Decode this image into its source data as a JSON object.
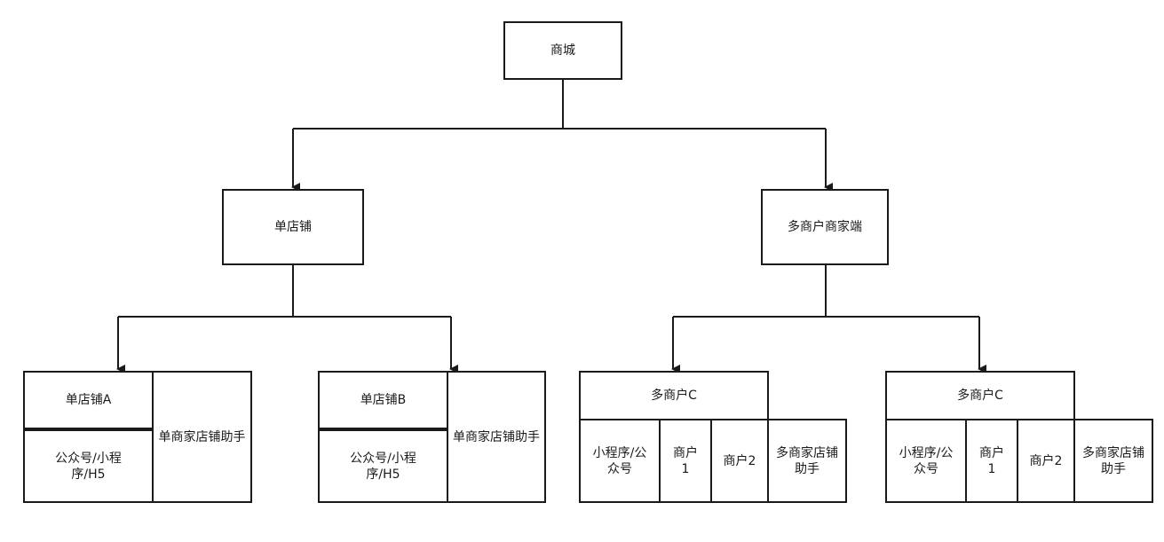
{
  "nodes": {
    "root": "商城",
    "single_store": "单店铺",
    "multi_merchant": "多商户商家端",
    "store_a": "单店铺A",
    "store_a_channels": "公众号/小程序/H5",
    "store_a_assistant": "单商家店铺助手",
    "store_b": "单店铺B",
    "store_b_channels": "公众号/小程序/H5",
    "store_b_assistant": "单商家店铺助手",
    "merchant_c1": "多商户C",
    "merchant_c1_channels": "小程序/公众号",
    "merchant_c1_m1": "商户1",
    "merchant_c1_m2": "商户2",
    "merchant_c1_assistant": "多商家店铺助手",
    "merchant_c2": "多商户C",
    "merchant_c2_channels": "小程序/公众号",
    "merchant_c2_m1": "商户1",
    "merchant_c2_m2": "商户2",
    "merchant_c2_assistant": "多商家店铺助手"
  },
  "colors": {
    "line": "#1a1a1a",
    "fill": "#ffffff",
    "text": "#1a1a1a"
  }
}
